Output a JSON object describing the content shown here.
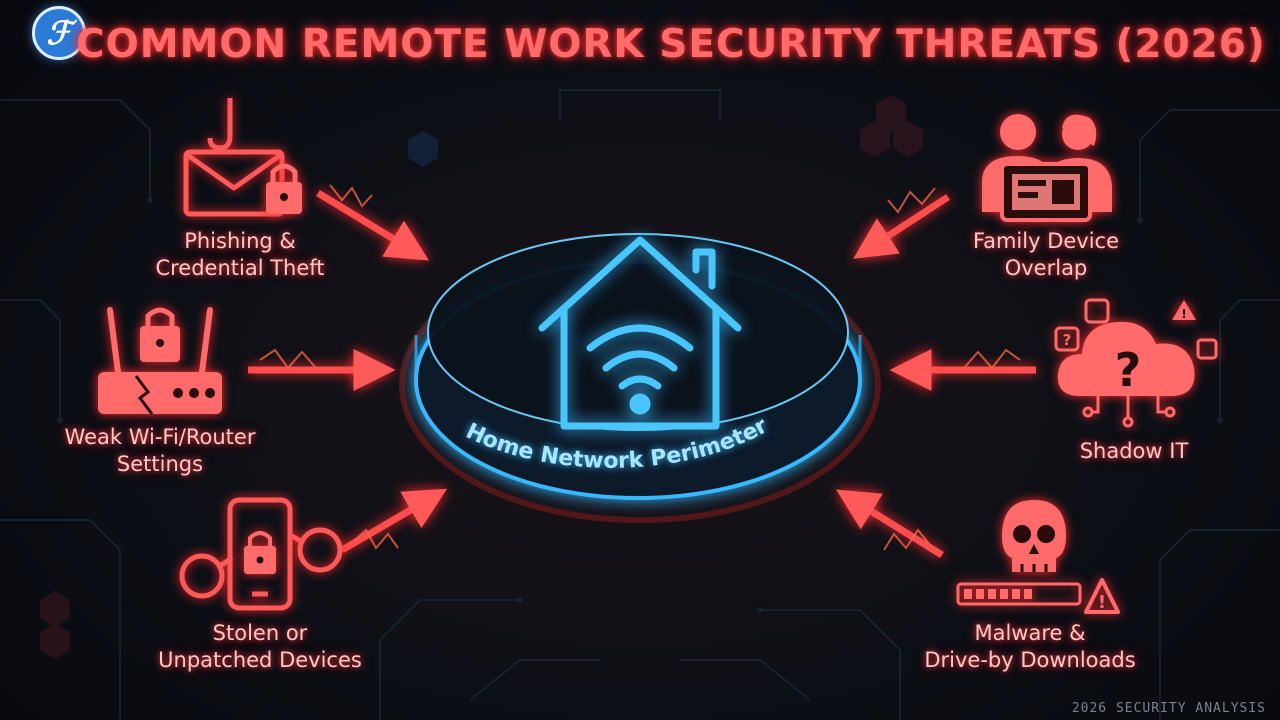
{
  "title": "COMMON REMOTE WORK SECURITY THREATS (2026)",
  "logo_glyph": "ℱ",
  "center": {
    "ring_label": "Home Network Perimeter"
  },
  "threats": [
    {
      "id": "phishing",
      "line1": "Phishing &",
      "line2": "Credential Theft",
      "icon": "envelope-hook-lock-icon"
    },
    {
      "id": "wifi",
      "line1": "Weak Wi-Fi/Router",
      "line2": "Settings",
      "icon": "router-lock-icon"
    },
    {
      "id": "devices",
      "line1": "Stolen or",
      "line2": "Unpatched Devices",
      "icon": "phone-handcuffs-icon"
    },
    {
      "id": "family",
      "line1": "Family Device",
      "line2": "Overlap",
      "icon": "family-tablet-icon"
    },
    {
      "id": "shadow",
      "line1": "Shadow IT",
      "line2": "",
      "icon": "cloud-question-icon"
    },
    {
      "id": "malware",
      "line1": "Malware &",
      "line2": "Drive-by Downloads",
      "icon": "skull-warning-icon"
    }
  ],
  "footer": "2026 SECURITY ANALYSIS",
  "colors": {
    "threat": "#ff4d4d",
    "threat_glow": "#ff2a2a",
    "perimeter": "#38b8ff",
    "perimeter_light": "#9ee0ff",
    "background": "#0a0d14"
  }
}
